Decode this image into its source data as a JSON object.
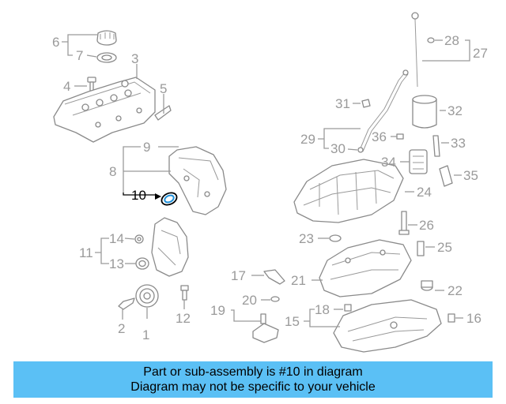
{
  "diagram": {
    "highlighted_part": "10",
    "callouts": {
      "c1": "1",
      "c2": "2",
      "c3": "3",
      "c4": "4",
      "c5": "5",
      "c6": "6",
      "c7": "7",
      "c8": "8",
      "c9": "9",
      "c10": "10",
      "c11": "11",
      "c12": "12",
      "c13": "13",
      "c14": "14",
      "c15": "15",
      "c16": "16",
      "c17": "17",
      "c18": "18",
      "c19": "19",
      "c20": "20",
      "c21": "21",
      "c22": "22",
      "c23": "23",
      "c24": "24",
      "c25": "25",
      "c26": "26",
      "c27": "27",
      "c28": "28",
      "c29": "29",
      "c30": "30",
      "c31": "31",
      "c32": "32",
      "c33": "33",
      "c34": "34",
      "c35": "35",
      "c36": "36"
    },
    "colors": {
      "line": "#9a9a9a",
      "highlight": "#000000",
      "part_ring": "#1e8fd8"
    }
  },
  "banner": {
    "line1": "Part or sub-assembly is #10 in diagram",
    "line2": "Diagram may not be specific to your vehicle",
    "background": "#5bc0f5"
  }
}
